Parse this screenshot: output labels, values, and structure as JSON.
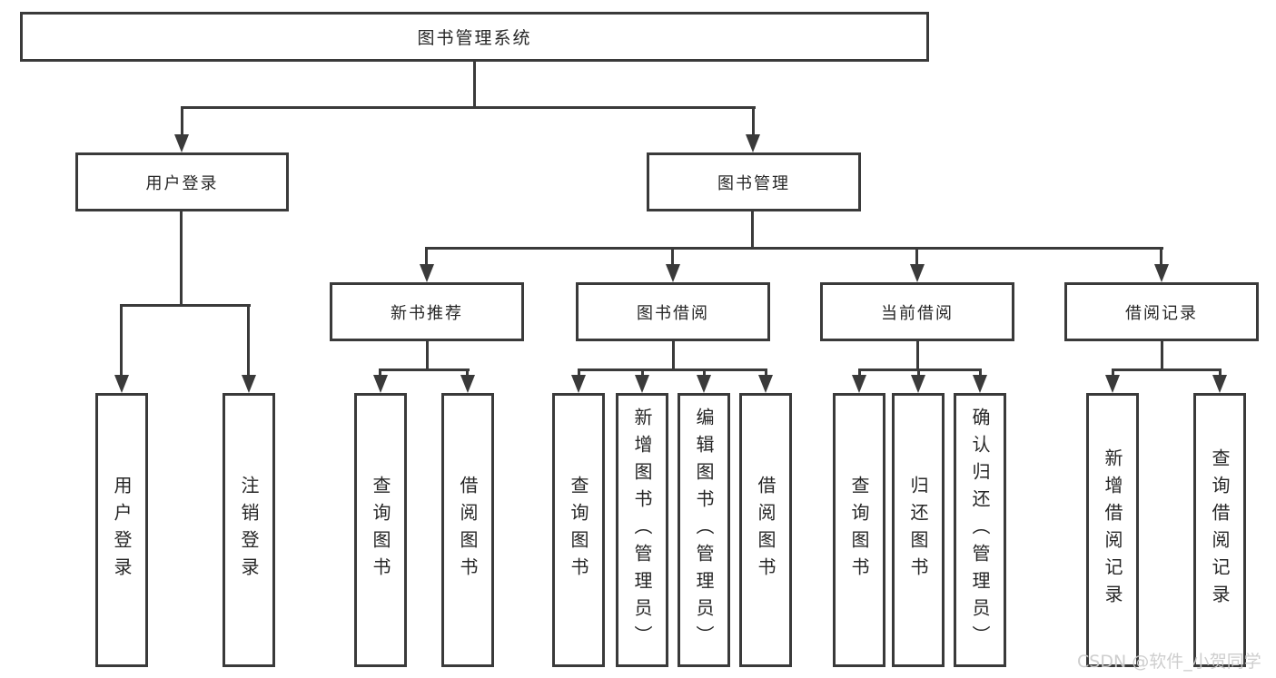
{
  "diagram": {
    "title": "图书管理系统",
    "root": {
      "label": "图书管理系统"
    },
    "branches": [
      {
        "label": "用户登录",
        "children": [
          {
            "label": "用户登录"
          },
          {
            "label": "注销登录"
          }
        ]
      },
      {
        "label": "图书管理",
        "sections": [
          {
            "label": "新书推荐",
            "children": [
              {
                "label": "查询图书"
              },
              {
                "label": "借阅图书"
              }
            ]
          },
          {
            "label": "图书借阅",
            "children": [
              {
                "label": "查询图书"
              },
              {
                "label": "新增图书（管理员）"
              },
              {
                "label": "编辑图书（管理员）"
              },
              {
                "label": "借阅图书"
              }
            ]
          },
          {
            "label": "当前借阅",
            "children": [
              {
                "label": "查询图书"
              },
              {
                "label": "归还图书"
              },
              {
                "label": "确认归还（管理员）"
              }
            ]
          },
          {
            "label": "借阅记录",
            "children": [
              {
                "label": "新增借阅记录"
              },
              {
                "label": "查询借阅记录"
              }
            ]
          }
        ]
      }
    ]
  },
  "watermark": {
    "text": "CSDN @软件_小贺同学"
  },
  "colors": {
    "line": "#3a3a3a",
    "text": "#262626",
    "watermark": "#cccccc",
    "background": "#ffffff"
  }
}
